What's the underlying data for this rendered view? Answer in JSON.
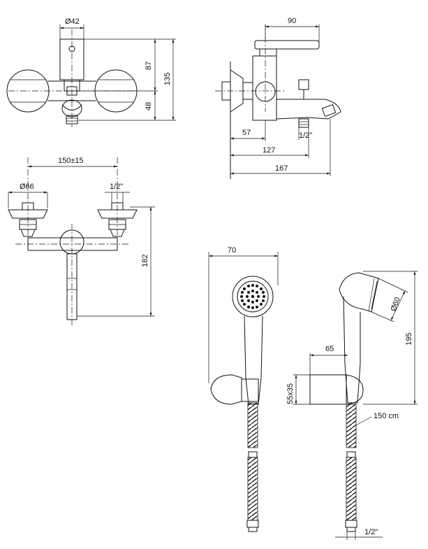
{
  "diagram": {
    "dimensions": {
      "front_top_width": "Ø42",
      "front_upper_height": "87",
      "front_lower_height": "48",
      "front_total_height": "135",
      "side_lever_reach": "90",
      "side_wall_to_body": "57",
      "side_wall_to_spout": "127",
      "side_total_depth": "167",
      "side_outlet_thread": "1/2\"",
      "top_center_distance": "150±15",
      "top_flange_diameter": "Ø66",
      "top_inlet_thread": "1/2\"",
      "top_height": "182",
      "shower_width": "70",
      "head_diameter": "Ø60",
      "holder_reach": "65",
      "holder_size": "55x35",
      "shower_height": "195",
      "hose_length": "150 cm",
      "hose_thread": "1/2\""
    }
  }
}
